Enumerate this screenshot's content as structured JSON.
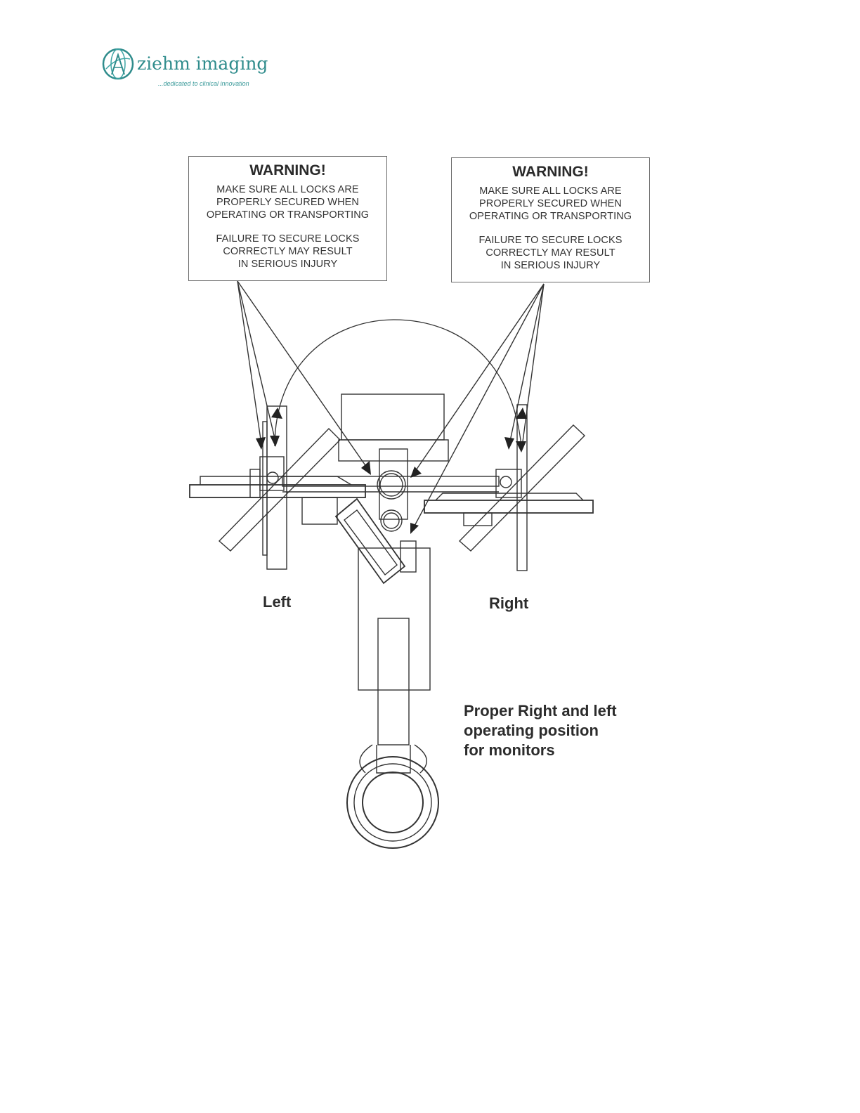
{
  "logo": {
    "name": "ziehm imaging",
    "tagline": "...dedicated to clinical innovation"
  },
  "warnings": [
    {
      "title": "WARNING!",
      "paragraph1": [
        "MAKE SURE ALL LOCKS ARE",
        "PROPERLY SECURED WHEN",
        "OPERATING OR TRANSPORTING"
      ],
      "paragraph2": [
        "FAILURE TO SECURE LOCKS",
        "CORRECTLY MAY RESULT",
        "IN SERIOUS INJURY"
      ]
    },
    {
      "title": "WARNING!",
      "paragraph1": [
        "MAKE SURE ALL LOCKS ARE",
        "PROPERLY SECURED WHEN",
        "OPERATING OR TRANSPORTING"
      ],
      "paragraph2": [
        "FAILURE TO SECURE LOCKS",
        "CORRECTLY MAY RESULT",
        "IN SERIOUS INJURY"
      ]
    }
  ],
  "labels": {
    "left": "Left",
    "right": "Right"
  },
  "caption": [
    "Proper Right and left",
    "operating position",
    "for monitors"
  ],
  "colors": {
    "brand": "#2f8c8c",
    "line": "#333333"
  }
}
